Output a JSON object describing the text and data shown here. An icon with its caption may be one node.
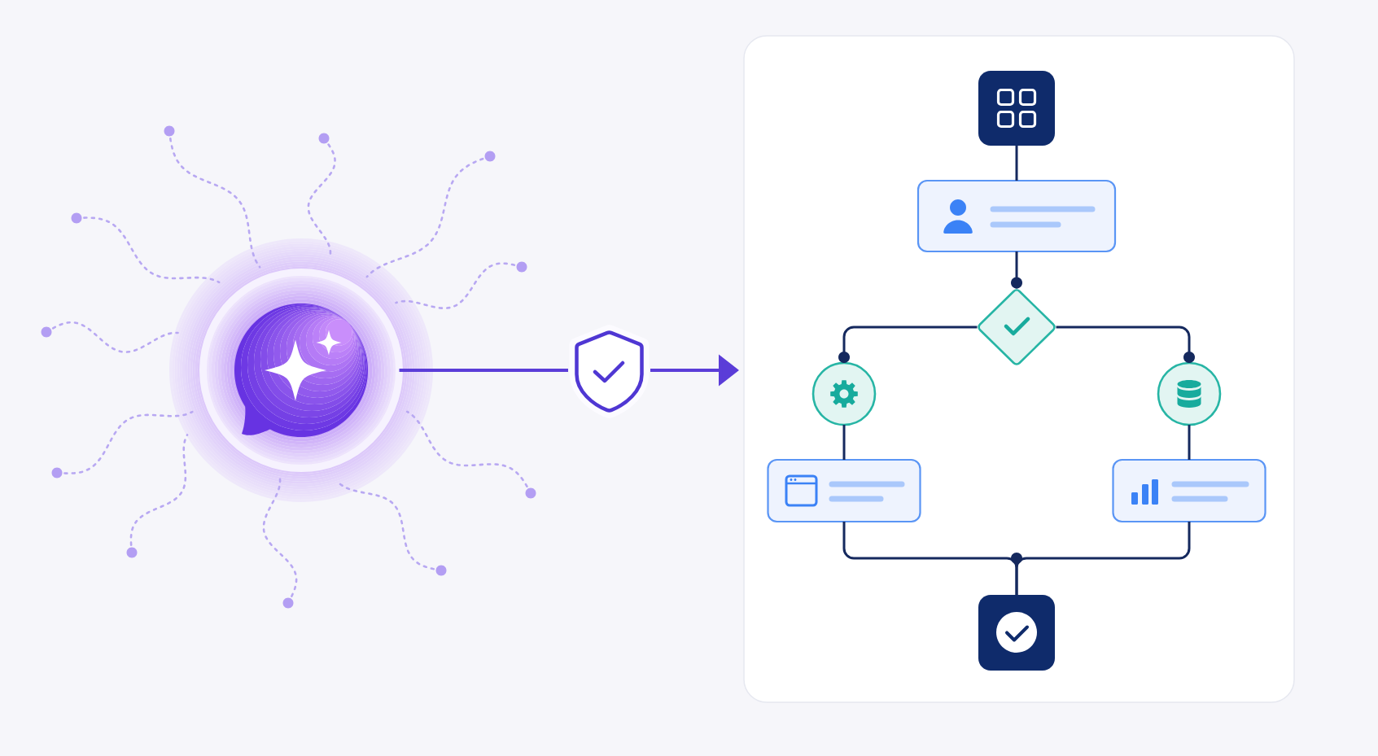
{
  "diagram": {
    "nodes": [
      {
        "text": [],
        "shape": "circle"
      },
      {
        "text": [],
        "shape": "shield"
      },
      {
        "text": [],
        "shape": "box"
      },
      {
        "text": [],
        "shape": "box",
        "in": 2
      },
      {
        "text": [],
        "shape": "box",
        "in": 2
      },
      {
        "text": [],
        "shape": "diamond",
        "in": 2
      },
      {
        "text": [],
        "shape": "circle",
        "in": 2
      },
      {
        "text": [],
        "shape": "circle",
        "in": 2
      },
      {
        "text": [],
        "shape": "box",
        "in": 2
      },
      {
        "text": [],
        "shape": "box",
        "in": 2
      },
      {
        "text": [],
        "shape": "box",
        "in": 2
      }
    ],
    "edges": [
      {
        "from": 0,
        "to": 1,
        "arrow": "none",
        "color": "#5b3dd8"
      },
      {
        "from": 1,
        "to": 2,
        "arrow": "to",
        "color": "#5b3dd8"
      },
      {
        "from": 3,
        "to": 4,
        "arrow": "none"
      },
      {
        "from": 4,
        "to": 5,
        "arrow": "other"
      },
      {
        "from": 5,
        "to": 6,
        "arrow": "other"
      },
      {
        "from": 5,
        "to": 7,
        "arrow": "other"
      },
      {
        "from": 6,
        "to": 8,
        "arrow": "none"
      },
      {
        "from": 7,
        "to": 9,
        "arrow": "none"
      },
      {
        "from": 8,
        "to": 10,
        "arrow": "none"
      },
      {
        "from": 9,
        "to": 10,
        "arrow": "none"
      }
    ]
  }
}
